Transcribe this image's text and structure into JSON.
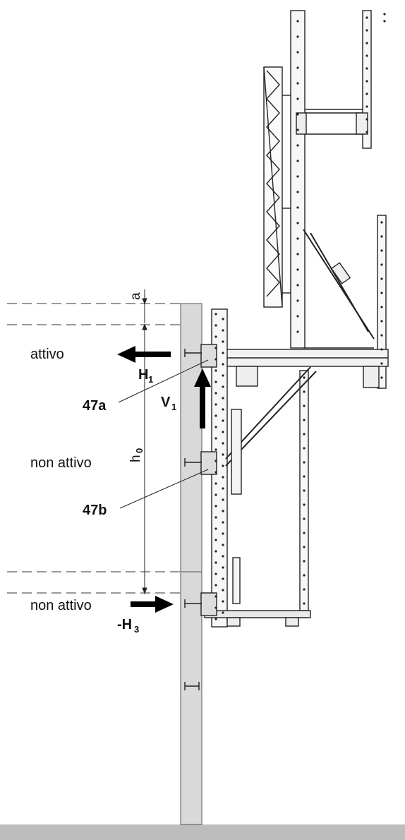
{
  "labels": {
    "zone_active": "attivo",
    "zone_inactive_1": "non attivo",
    "zone_inactive_2": "non attivo",
    "anchor_a": "47a",
    "anchor_b": "47b",
    "force_h1": "H",
    "force_h1_sub": "1",
    "force_v1": "V",
    "force_v1_sub": "1",
    "force_h3": "-H",
    "force_h3_sub": "3",
    "dim_a": "a",
    "dim_h0": "h",
    "dim_h0_sub": "0"
  },
  "colors": {
    "wall": "#d9d9d9",
    "ground": "#bdbdbd",
    "line": "#222222",
    "arrow": "#000000"
  }
}
